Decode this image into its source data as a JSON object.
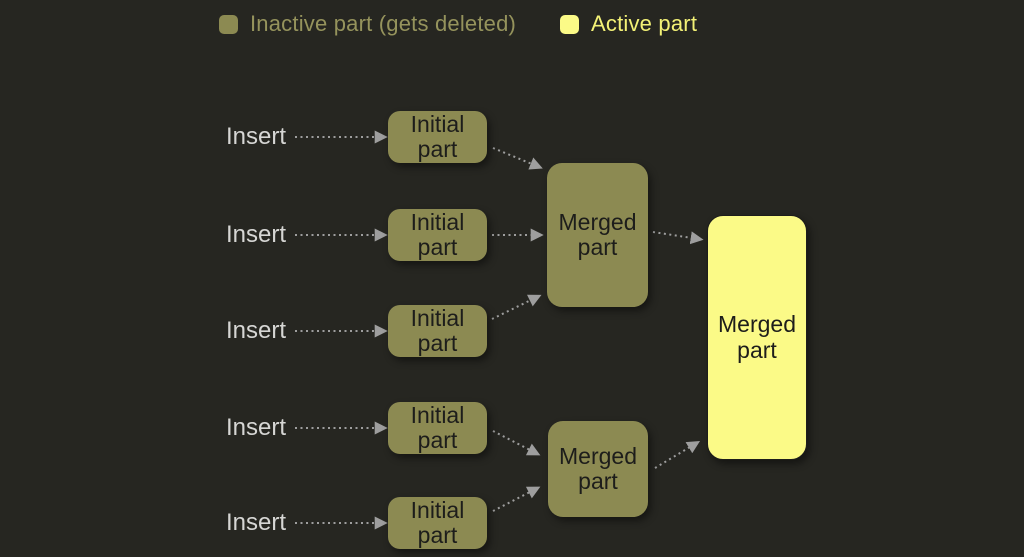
{
  "legend": {
    "inactive_label": "Inactive part (gets deleted)",
    "active_label": "Active part"
  },
  "colors": {
    "background": "#262621",
    "inactive_fill": "#8c8a52",
    "active_fill": "#fbfa87",
    "inactive_legend_text": "#95935c",
    "active_legend_text": "#f3f176",
    "box_text": "#1d1d1b",
    "insert_text": "#d6d6d4",
    "arrow": "#9e9e9e"
  },
  "diagram": {
    "rows": [
      {
        "insert_label": "Insert",
        "part_label": "Initial part"
      },
      {
        "insert_label": "Insert",
        "part_label": "Initial part"
      },
      {
        "insert_label": "Insert",
        "part_label": "Initial part"
      },
      {
        "insert_label": "Insert",
        "part_label": "Initial part"
      },
      {
        "insert_label": "Insert",
        "part_label": "Initial part"
      }
    ],
    "merged": [
      {
        "label": "Merged part"
      },
      {
        "label": "Merged part"
      },
      {
        "label": "Merged part"
      }
    ]
  }
}
